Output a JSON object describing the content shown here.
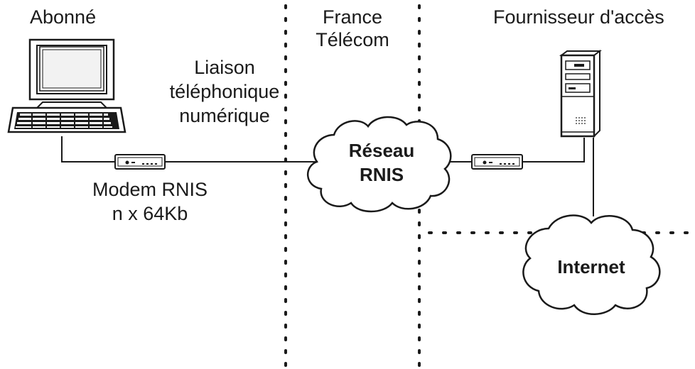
{
  "zones": {
    "subscriber": "Abonné",
    "carrier_line1": "France",
    "carrier_line2": "Télécom",
    "provider": "Fournisseur d'accès"
  },
  "link": {
    "line1": "Liaison",
    "line2": "téléphonique",
    "line3": "numérique"
  },
  "modem": {
    "line1": "Modem RNIS",
    "line2": "n x 64Kb"
  },
  "clouds": {
    "rnis_line1": "Réseau",
    "rnis_line2": "RNIS",
    "internet": "Internet"
  },
  "icons": [
    "computer-icon",
    "modem-icon",
    "server-icon",
    "cloud-icon"
  ],
  "colors": {
    "ink": "#1a1a1a",
    "screen": "#d9d9d9",
    "background": "#ffffff"
  }
}
